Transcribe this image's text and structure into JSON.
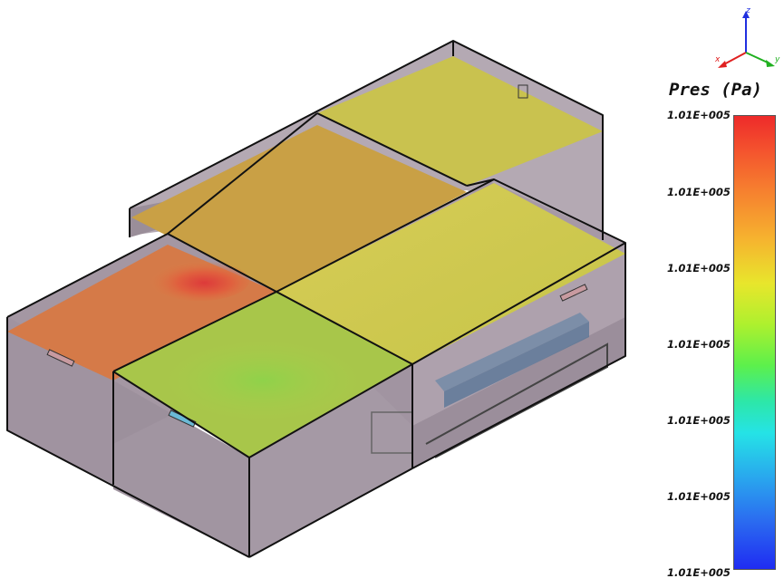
{
  "legend": {
    "title": "Pres (Pa)",
    "ticks": [
      "1.01E+005",
      "1.01E+005",
      "1.01E+005",
      "1.01E+005",
      "1.01E+005",
      "1.01E+005",
      "1.01E+005"
    ]
  },
  "axes": {
    "x_label": "x",
    "y_label": "y",
    "z_label": "z",
    "x_color": "#e02020",
    "y_color": "#20b020",
    "z_color": "#2030e0"
  },
  "colors": {
    "high": "#ee2a2a",
    "mid": "#e8e62c",
    "low": "#1f2cf2"
  }
}
